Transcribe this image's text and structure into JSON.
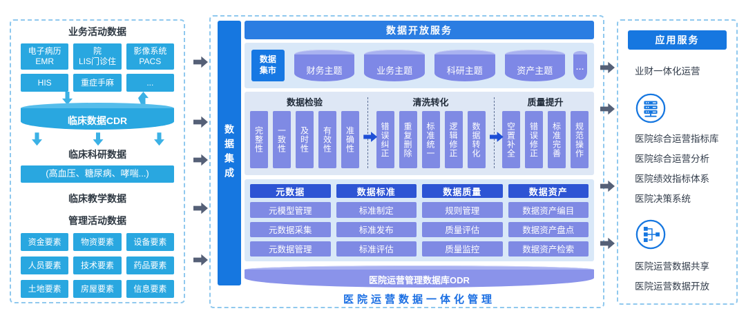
{
  "palette": {
    "cyan": "#29a7e0",
    "bright_blue": "#1677e0",
    "header_blue": "#2b7de2",
    "periwinkle": "#7f8ae4",
    "royal_blue": "#2d54d4",
    "flow_arrow_gray": "#556077",
    "process_arrow_blue": "#1e4fd6",
    "caption_blue": "#1b6fe3"
  },
  "left_panel": {
    "business_title": "业务活动数据",
    "systems": [
      "电子病历\nEMR",
      "院\nLIS门诊住",
      "影像系统\nPACS",
      "HIS",
      "重症手麻",
      "..."
    ],
    "cdr_label": "临床数据CDR",
    "research_title": "临床科研数据",
    "research_box": "(高血压、糖尿病、哮喘...)",
    "teaching_title": "临床教学数据",
    "management_title": "管理活动数据",
    "elements": [
      "资金要素",
      "物资要素",
      "设备要素",
      "人员要素",
      "技术要素",
      "药品要素",
      "土地要素",
      "房屋要素",
      "信息要素"
    ]
  },
  "integration_bar_label": "数据集成",
  "main_panel": {
    "open_service_header": "数据开放服务",
    "data_mart_label": "数据\n集市",
    "themes": [
      "财务主题",
      "业务主题",
      "科研主题",
      "资产主题"
    ],
    "themes_more": "...",
    "quality_sections": [
      {
        "title": "数据检验",
        "items": [
          "完整性",
          "一致性",
          "及时性",
          "有效性",
          "准确性"
        ]
      },
      {
        "title": "清洗转化",
        "items": [
          "错误纠正",
          "重复删除",
          "标准统一",
          "逻辑修正",
          "数据转化"
        ]
      },
      {
        "title": "质量提升",
        "items": [
          "空置补全",
          "错误修正",
          "标准完善",
          "规范操作"
        ]
      }
    ],
    "governance_columns": [
      {
        "header": "元数据",
        "items": [
          "元模型管理",
          "元数据采集",
          "元数据管理"
        ]
      },
      {
        "header": "数据标准",
        "items": [
          "标准制定",
          "标准发布",
          "标准评估"
        ]
      },
      {
        "header": "数据质量",
        "items": [
          "规则管理",
          "质量评估",
          "质量监控"
        ]
      },
      {
        "header": "数据资产",
        "items": [
          "数据资产编目",
          "数据资产盘点",
          "数据资产检索"
        ]
      }
    ],
    "odr_label": "医院运营管理数据库ODR",
    "caption": "医院运营数据一体化管理"
  },
  "right_panel": {
    "header": "应用服务",
    "item_top": "业财一体化运营",
    "icons": [
      "server-icon",
      "sitemap-icon"
    ],
    "group1": [
      "医院综合运营指标库",
      "医院综合运营分析",
      "医院绩效指标体系",
      "医院决策系统"
    ],
    "group2": [
      "医院运营数据共享",
      "医院运营数据开放"
    ]
  }
}
